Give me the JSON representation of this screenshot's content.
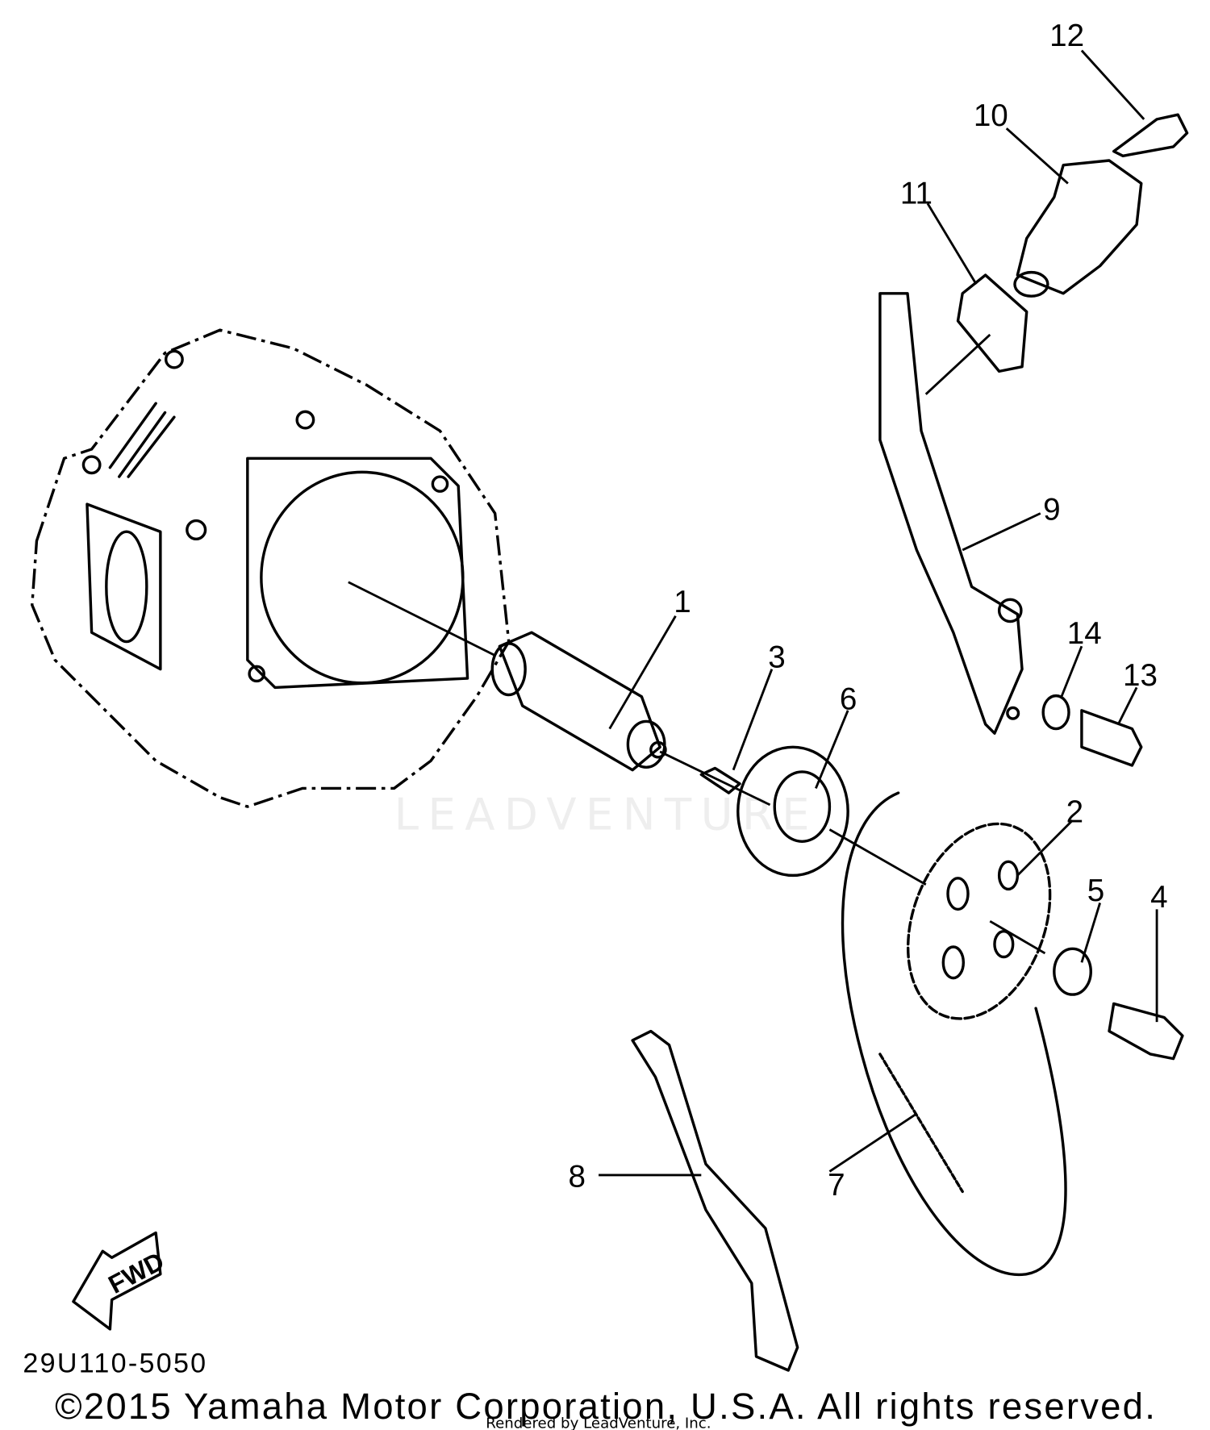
{
  "diagram_code": "29U110-5050",
  "fwd_label": "FWD",
  "copyright": "©2015 Yamaha Motor Corporation, U.S.A. All rights reserved.",
  "rendered_by": "Rendered by LeadVenture, Inc.",
  "watermark": "LEADVENTURE",
  "callouts": {
    "c1": "1",
    "c2": "2",
    "c3": "3",
    "c4": "4",
    "c5": "5",
    "c6": "6",
    "c7": "7",
    "c8": "8",
    "c9": "9",
    "c10": "10",
    "c11": "11",
    "c12": "12",
    "c13": "13",
    "c14": "14"
  }
}
